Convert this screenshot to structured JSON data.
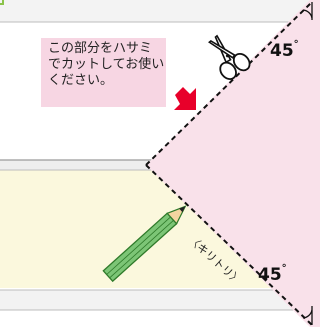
{
  "note": {
    "lines": [
      "この部分をハサミ",
      "でカットしてお使い",
      "ください。"
    ]
  },
  "angles": {
    "top": "45",
    "bottom": "45",
    "unit": "°"
  },
  "cut_label": "〈キリトリ〉",
  "icons": {
    "scissors": "scissors-icon",
    "pencil": "pencil-icon",
    "arrow": "arrow-icon",
    "corner_mark": "corner-angle-icon"
  },
  "colors": {
    "pink_region": "#f9e1ea",
    "note_bg": "#f7d6e3",
    "cream_band": "#fbf8dd",
    "strip": "#f1f1f1",
    "arrow": "#e8002a",
    "pencil": "#7cc576",
    "border_green": "#8bc34a"
  }
}
